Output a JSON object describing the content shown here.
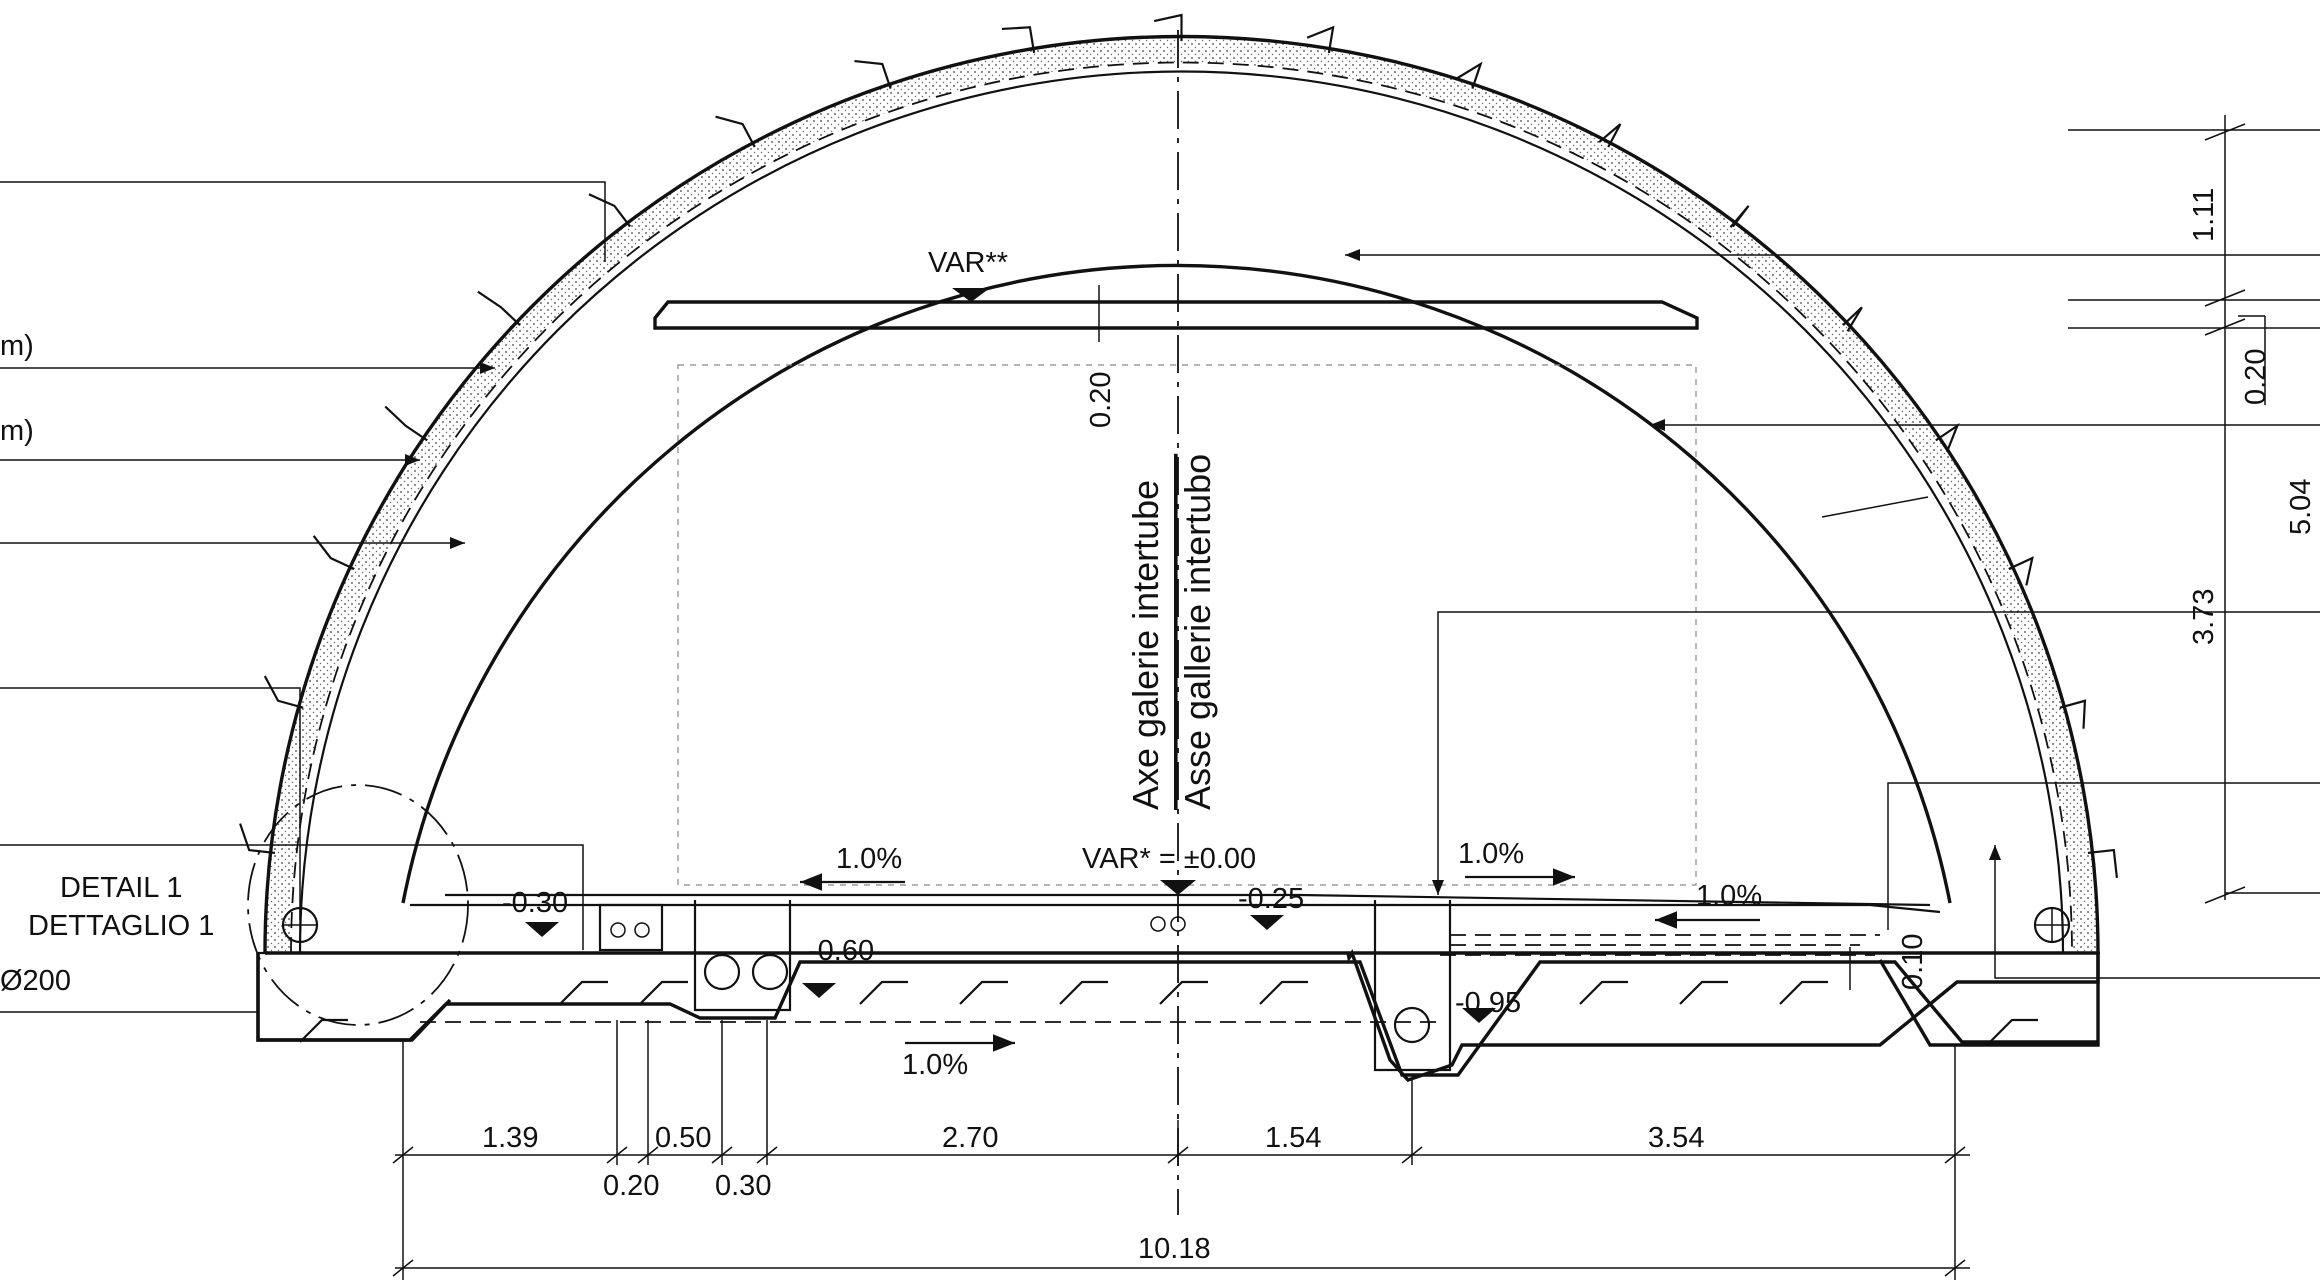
{
  "labels": {
    "partial_label_1": "m)",
    "partial_label_2": "m)",
    "partial_label_3": "Ø200",
    "detail_fr": "DETAIL 1",
    "detail_it": "DETTAGLIO 1",
    "axis_fr": "Axe galerie intertube",
    "axis_it": "Asse gallerie intertubo",
    "var_top": "VAR**",
    "var_ref": "VAR* = ±0.00"
  },
  "levels": {
    "l1": "-0.30",
    "l2": "-0.60",
    "l3": "-0.25",
    "l4": "-0.95"
  },
  "slopes": {
    "s1": "1.0%",
    "s2": "1.0%",
    "s3": "1.0%",
    "s4": "1.0%"
  },
  "dims": {
    "slab": "0.20",
    "right_top": "1.11",
    "right_thin": "0.20",
    "right_total": "5.04",
    "right_mid": "3.73",
    "right_low": "0.10",
    "d1": "1.39",
    "d2": "0.50",
    "d3": "2.70",
    "d4": "1.54",
    "d5": "3.54",
    "d6": "0.20",
    "d7": "0.30",
    "total": "10.18"
  }
}
